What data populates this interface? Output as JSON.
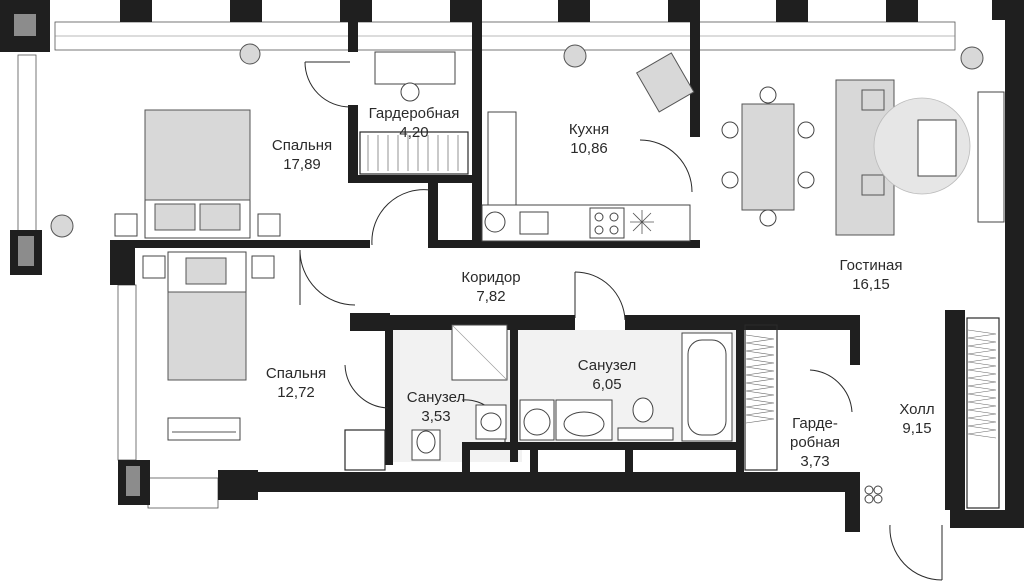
{
  "plan": {
    "rooms": [
      {
        "id": "bedroom-1",
        "name": "Спальня",
        "area": "17,89"
      },
      {
        "id": "wardrobe-1",
        "name": "Гардеробная",
        "area": "4,20"
      },
      {
        "id": "kitchen",
        "name": "Кухня",
        "area": "10,86"
      },
      {
        "id": "living",
        "name": "Гостиная",
        "area": "16,15"
      },
      {
        "id": "corridor",
        "name": "Коридор",
        "area": "7,82"
      },
      {
        "id": "bedroom-2",
        "name": "Спальня",
        "area": "12,72"
      },
      {
        "id": "bath-1",
        "name": "Санузел",
        "area": "3,53"
      },
      {
        "id": "bath-2",
        "name": "Санузел",
        "area": "6,05"
      },
      {
        "id": "wardrobe-2",
        "name_line1": "Гарде-",
        "name_line2": "робная",
        "area": "3,73"
      },
      {
        "id": "hall",
        "name": "Холл",
        "area": "9,15"
      }
    ],
    "colors": {
      "wall": "#1f1f1f",
      "wall_light": "#8c8c8c",
      "furniture": "#d8d8d8",
      "tile": "#f2f2f2",
      "text": "#2a2a2a"
    }
  }
}
